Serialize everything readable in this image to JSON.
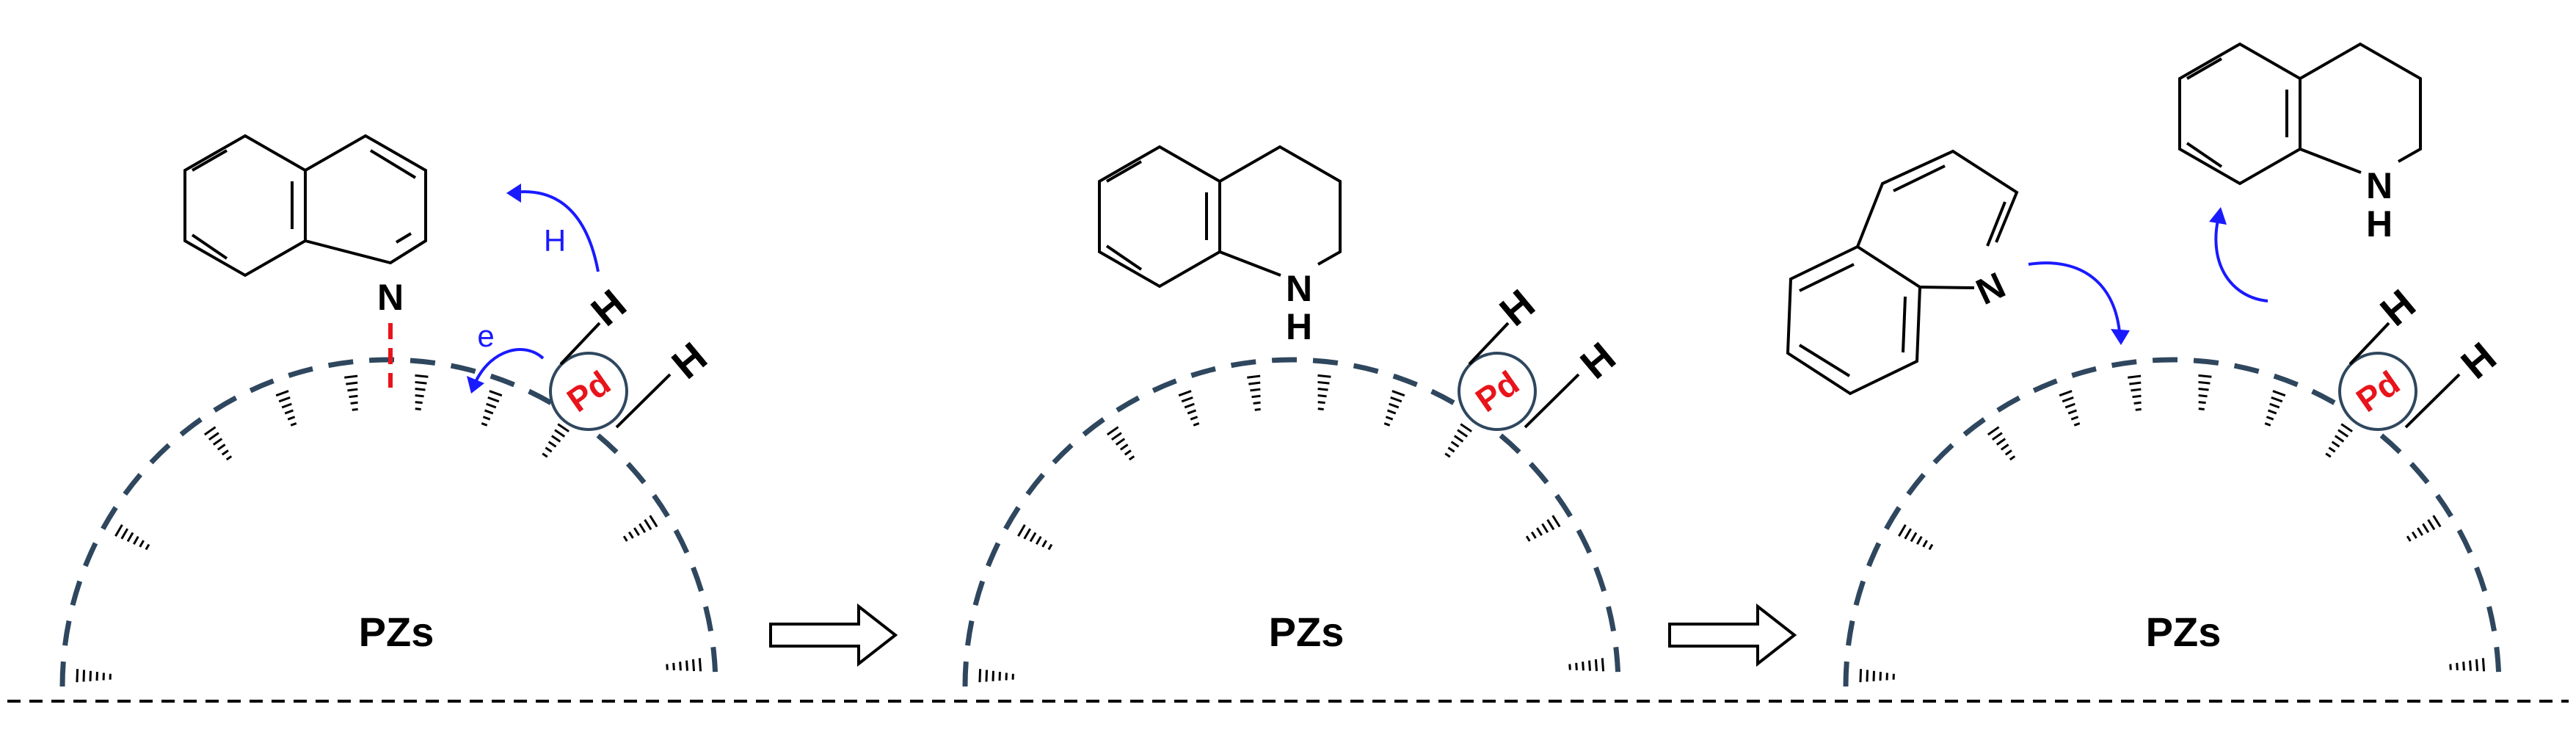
{
  "colors": {
    "support": "#2f475e",
    "pd_text": "#e8141b",
    "arrow_blue": "#1a1aff",
    "bond": "#000000",
    "interaction": "#e8141b"
  },
  "labels": {
    "support": "PZs",
    "metal": "Pd",
    "hydrogen": "H",
    "nitrogen": "N",
    "step_h": "H",
    "step_e": "e"
  },
  "panels": [
    {
      "state": "quinoline adsorbed via N on PZs; H2 activated on Pd; H and e transfer"
    },
    {
      "state": "1,2,3,4-tetrahydroquinoline formed on PZs"
    },
    {
      "state": "quinoline approaching; tetrahydroquinoline desorbing"
    }
  ]
}
